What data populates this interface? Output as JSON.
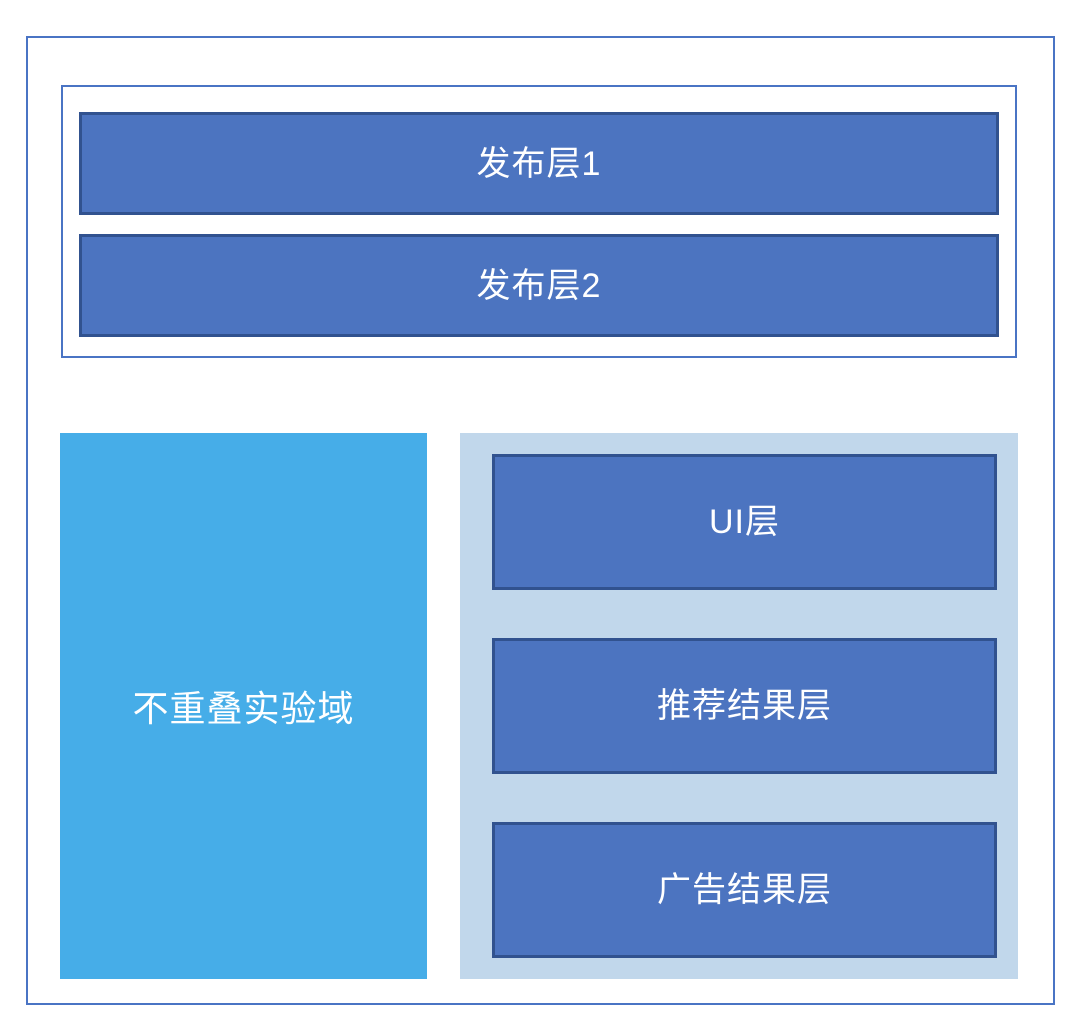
{
  "diagram": {
    "release_section": {
      "layers": [
        {
          "label": "发布层1"
        },
        {
          "label": "发布层2"
        }
      ]
    },
    "non_overlapping_domain": {
      "label": "不重叠实验域"
    },
    "overlapping_section": {
      "layers": [
        {
          "label": "UI层"
        },
        {
          "label": "推荐结果层"
        },
        {
          "label": "广告结果层"
        }
      ]
    },
    "colors": {
      "frame_border": "#4A74C4",
      "bar_fill": "#4C74C0",
      "bar_border": "#31528F",
      "domain_fill": "#46ADE8",
      "layers_container_fill": "#C1D7EB",
      "text": "#FFFFFF"
    }
  }
}
